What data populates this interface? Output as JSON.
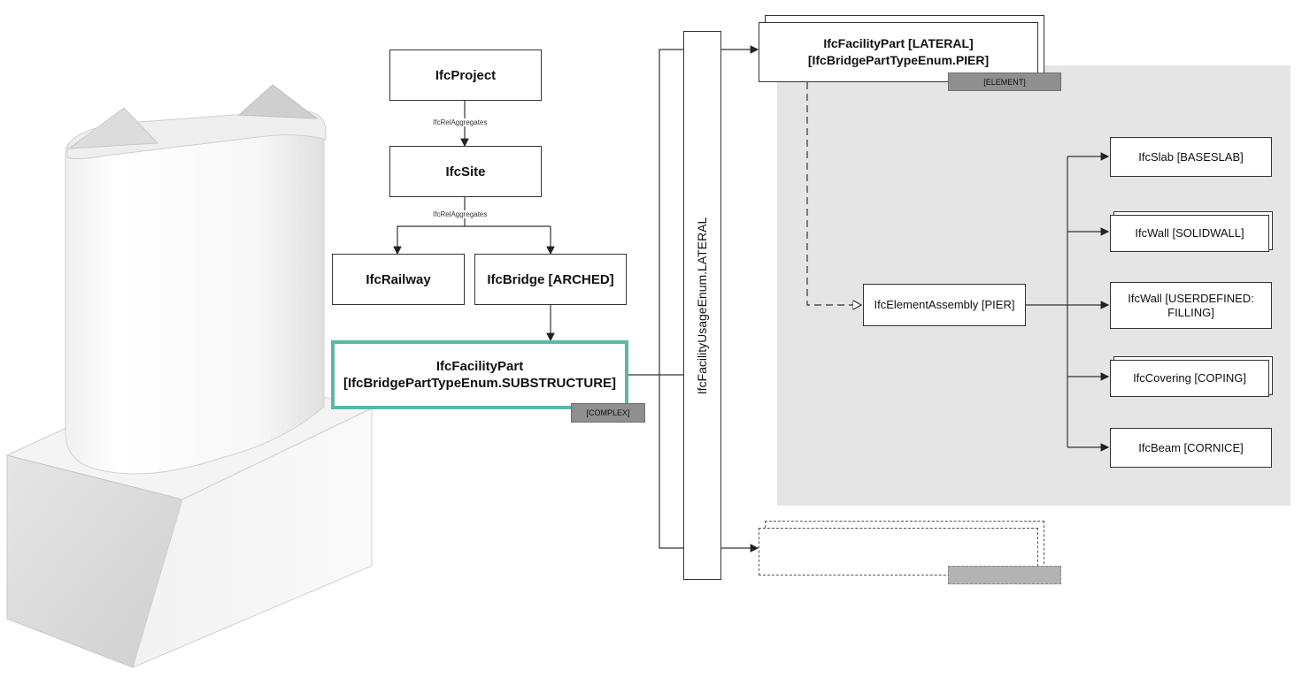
{
  "nodes": {
    "project": "IfcProject",
    "site": "IfcSite",
    "railway": "IfcRailway",
    "bridge": "IfcBridge [ARCHED]",
    "substructure_line1": "IfcFacilityPart",
    "substructure_line2": "[IfcBridgePartTypeEnum.SUBSTRUCTURE]",
    "usage": "IfcFacilityUsageEnum.LATERAL",
    "lateral_line1": "IfcFacilityPart [LATERAL]",
    "lateral_line2": "[IfcBridgePartTypeEnum.PIER]",
    "assembly": "IfcElementAssembly [PIER]",
    "slab": "IfcSlab [BASESLAB]",
    "wall_solid": "IfcWall [SOLIDWALL]",
    "wall_user_line1": "IfcWall [USERDEFINED:",
    "wall_user_line2": "FILLING]",
    "covering": "IfcCovering [COPING]",
    "beam": "IfcBeam [CORNICE]"
  },
  "relations": {
    "aggregates_1": "IfcRelAggregates",
    "aggregates_2": "IfcRelAggregates"
  },
  "tags": {
    "complex": "[COMPLEX]",
    "element": "[ELEMENT]"
  },
  "colors": {
    "highlight": "#5bb8a6",
    "panel": "#e5e5e5",
    "tag": "#8f8f8f"
  }
}
